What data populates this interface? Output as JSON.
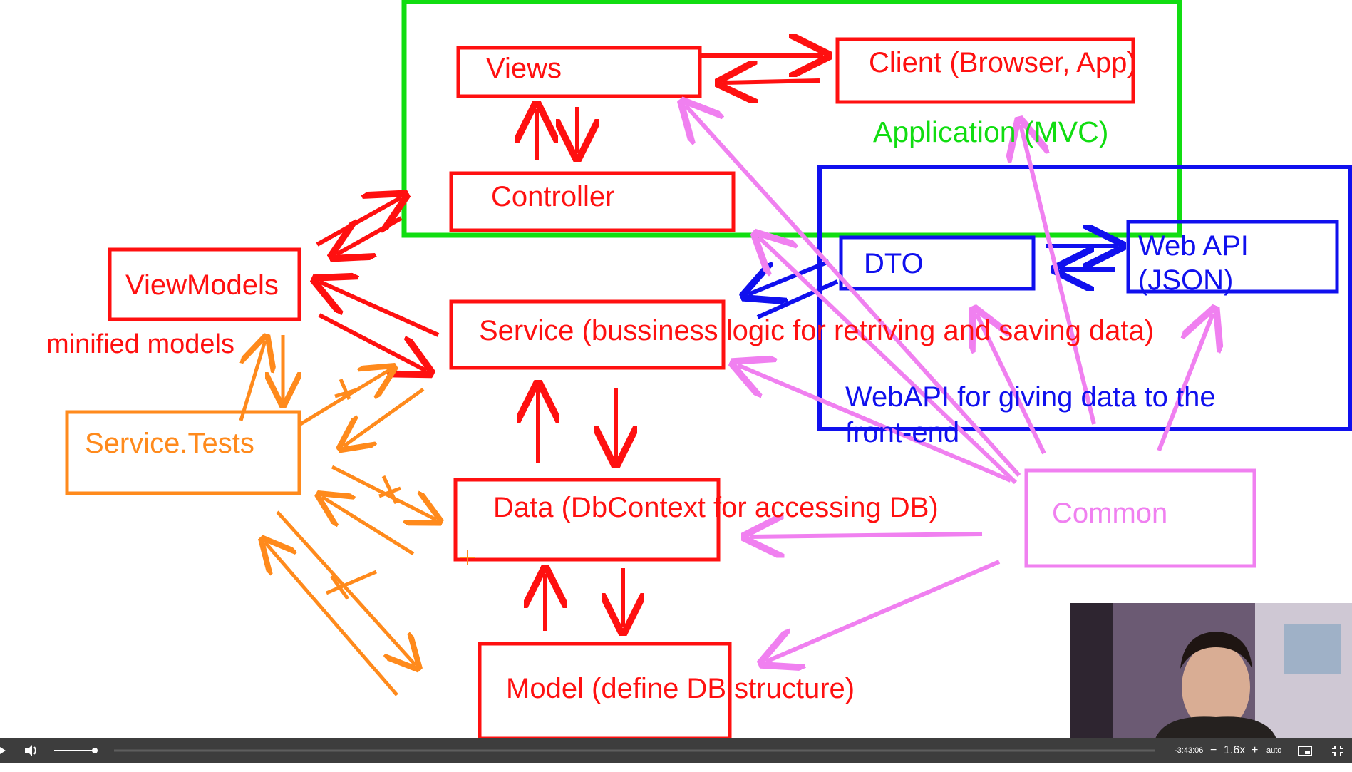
{
  "diagram": {
    "views_label": "Views",
    "client_label": "Client (Browser, App)",
    "application_label": "Application (MVC)",
    "controller_label": "Controller",
    "viewmodels_label": "ViewModels",
    "minified_label": "minified models",
    "service_tests_label": "Service.Tests",
    "service_label": "Service (bussiness logic for retriving and saving data)",
    "dto_label": "DTO",
    "webapi_label": "Web API (JSON)",
    "webapi_note": "WebAPI for giving data to the front-end",
    "data_label": "Data  (DbContext for accessing DB)",
    "common_label": "Common",
    "model_label": "Model (define DB structure)"
  },
  "player": {
    "time_remaining": "-3:43:06",
    "speed_minus": "−",
    "speed": "1.6x",
    "speed_plus": "+",
    "quality": "auto"
  },
  "colors": {
    "red": "#ff1010",
    "green": "#11dd11",
    "blue": "#1010ee",
    "orange": "#ff8a1c",
    "pink": "#f080f0"
  }
}
